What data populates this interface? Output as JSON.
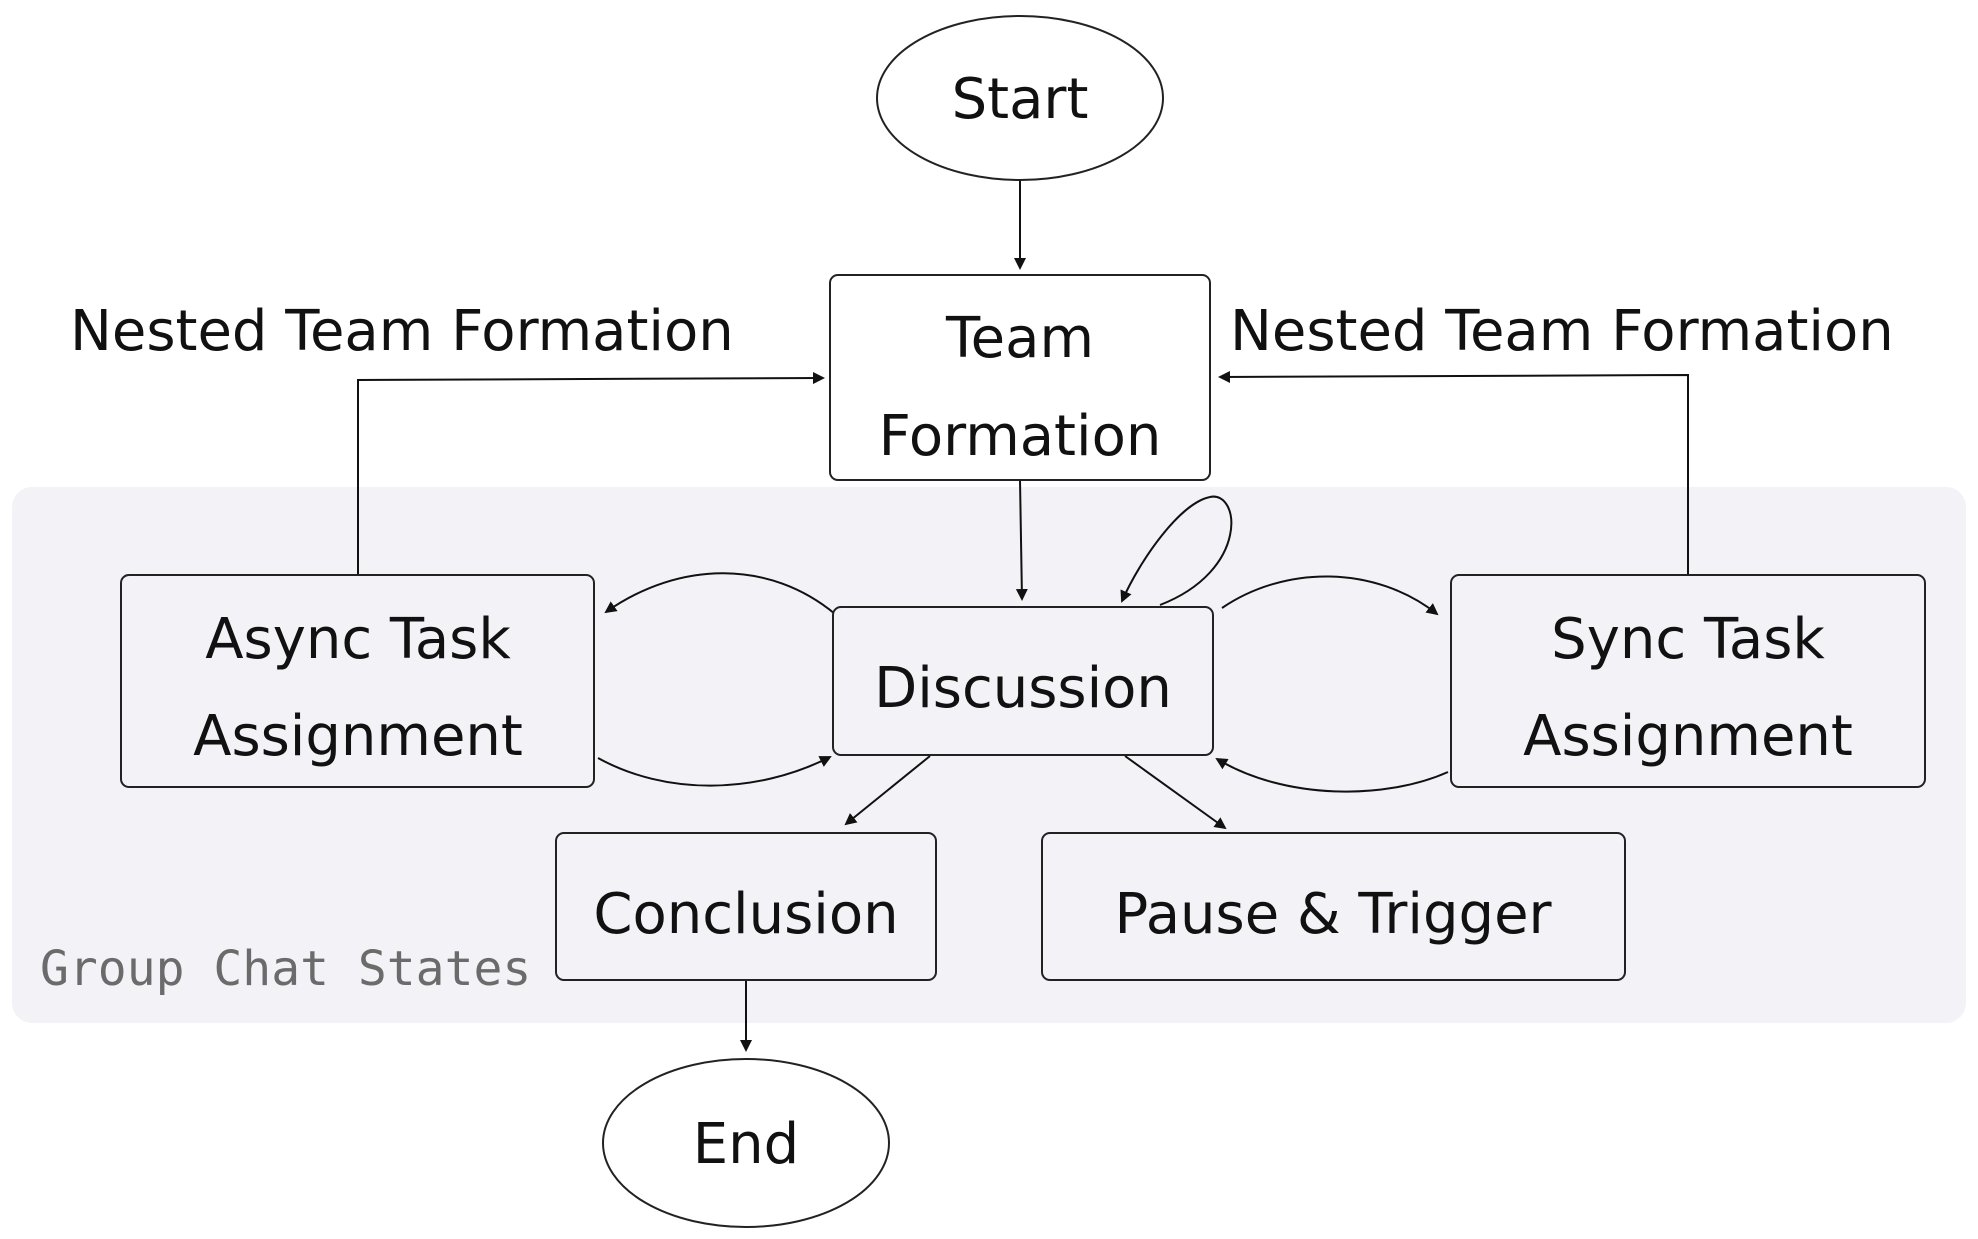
{
  "diagram": {
    "group": {
      "label": "Group Chat States"
    },
    "nodes": {
      "start": {
        "label": "Start"
      },
      "team_formation": {
        "lines": [
          "Team",
          "Formation"
        ]
      },
      "async_task": {
        "lines": [
          "Async Task",
          "Assignment"
        ]
      },
      "discussion": {
        "label": "Discussion"
      },
      "sync_task": {
        "lines": [
          "Sync Task",
          "Assignment"
        ]
      },
      "conclusion": {
        "label": "Conclusion"
      },
      "pause_trigger": {
        "label": "Pause & Trigger"
      },
      "end": {
        "label": "End"
      }
    },
    "edge_labels": {
      "nested_left": "Nested Team Formation",
      "nested_right": "Nested Team Formation"
    }
  }
}
